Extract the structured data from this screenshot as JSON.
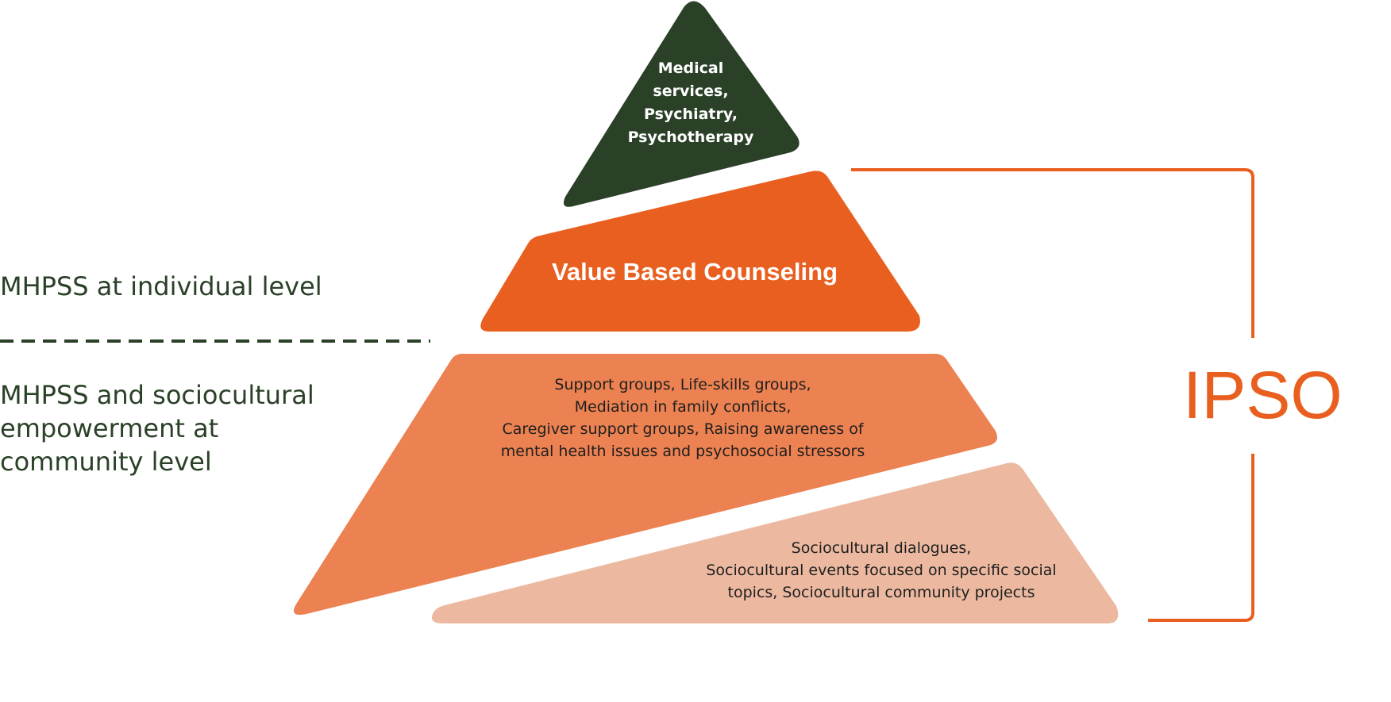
{
  "levels": {
    "top": "Medical\nservices,\nPsychiatry,\nPsychotherapy",
    "value_based": "Value Based Counseling",
    "community": "Support groups, Life-skills groups,\nMediation in family conflicts,\nCaregiver support groups, Raising awareness of\nmental health issues and psychosocial stressors",
    "sociocultural": "Sociocultural dialogues,\nSociocultural events focused on specific social\ntopics,  Sociocultural community projects"
  },
  "side_labels": {
    "individual": "MHPSS at individual level",
    "community": "MHPSS and sociocultural\nempowerment at\ncommunity level"
  },
  "bracket_label": "IPSO",
  "colors": {
    "dark_green": "#2a4127",
    "orange": "#e95f1f",
    "light_orange": "#ec8151",
    "pale_orange": "#ecb9a0",
    "text_green": "#2a4127",
    "divider": "#2a4127"
  }
}
